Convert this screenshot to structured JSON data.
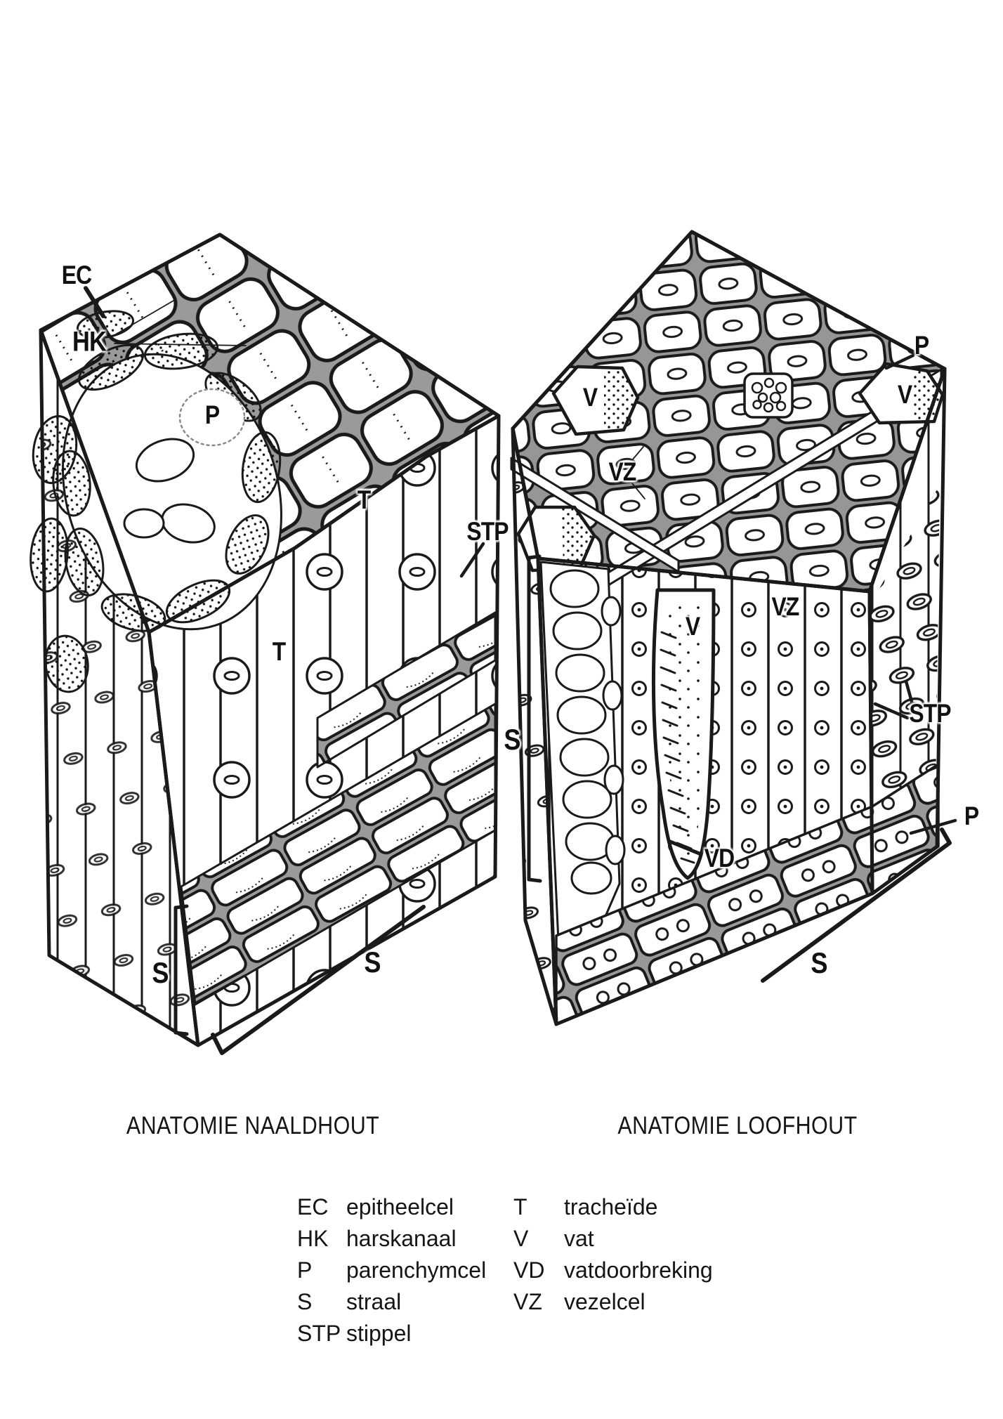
{
  "colors": {
    "ink": "#1a1a1a",
    "paper": "#ffffff"
  },
  "figures": {
    "naaldhout": {
      "caption": "ANATOMIE NAALDHOUT",
      "labels": [
        {
          "id": "ec",
          "text": "EC"
        },
        {
          "id": "hk",
          "text": "HK"
        },
        {
          "id": "p",
          "text": "P"
        },
        {
          "id": "t-top",
          "text": "T"
        },
        {
          "id": "stp",
          "text": "STP"
        },
        {
          "id": "t-front",
          "text": "T"
        },
        {
          "id": "s-bracket",
          "text": "S"
        },
        {
          "id": "s-diagonal",
          "text": "S"
        }
      ]
    },
    "loofhout": {
      "caption": "ANATOMIE LOOFHOUT",
      "labels": [
        {
          "id": "p-top",
          "text": "P"
        },
        {
          "id": "v-top-left",
          "text": "V"
        },
        {
          "id": "v-top-right",
          "text": "V"
        },
        {
          "id": "vz-top",
          "text": "VZ"
        },
        {
          "id": "vz-front",
          "text": "VZ"
        },
        {
          "id": "v-front",
          "text": "V"
        },
        {
          "id": "stp",
          "text": "STP"
        },
        {
          "id": "s-bracket",
          "text": "S"
        },
        {
          "id": "vd",
          "text": "VD"
        },
        {
          "id": "p-bottom",
          "text": "P"
        },
        {
          "id": "s-diagonal",
          "text": "S"
        }
      ]
    }
  },
  "legend": {
    "columns": [
      {
        "items": [
          {
            "abbr": "EC",
            "term": "epitheelcel"
          },
          {
            "abbr": "HK",
            "term": "harskanaal"
          },
          {
            "abbr": "P",
            "term": "parenchymcel"
          },
          {
            "abbr": "S",
            "term": "straal"
          },
          {
            "abbr": "STP",
            "term": "stippel"
          }
        ]
      },
      {
        "items": [
          {
            "abbr": "T",
            "term": "tracheïde"
          },
          {
            "abbr": "V",
            "term": "vat"
          },
          {
            "abbr": "VD",
            "term": "vatdoorbreking"
          },
          {
            "abbr": "VZ",
            "term": "vezelcel"
          }
        ]
      }
    ]
  }
}
